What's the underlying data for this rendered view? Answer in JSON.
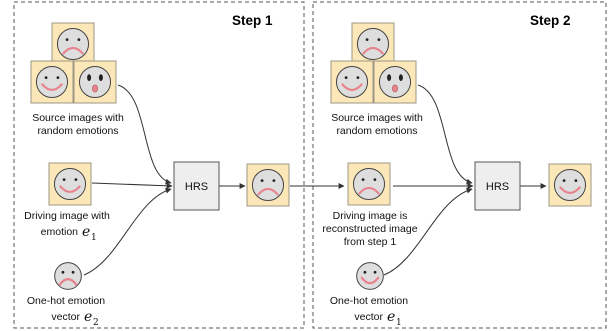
{
  "panels": [
    {
      "title": "Step 1",
      "source_label": [
        "Source images with",
        "random emotions"
      ],
      "driving_label": [
        "Driving image with",
        "emotion"
      ],
      "driving_var": "e",
      "driving_sub": "1",
      "onehot_label": [
        "One-hot emotion",
        "vector"
      ],
      "onehot_var": "e",
      "onehot_sub": "2",
      "hrs_label": "HRS"
    },
    {
      "title": "Step 2",
      "source_label": [
        "Source images with",
        "random emotions"
      ],
      "driving_label": [
        "Driving image is",
        "reconstructed image",
        "from step 1"
      ],
      "onehot_label": [
        "One-hot emotion",
        "vector"
      ],
      "onehot_var": "e",
      "onehot_sub": "1",
      "hrs_label": "HRS"
    }
  ],
  "colors": {
    "face_bg": "#fbe7b8",
    "face_border": "#9e9784",
    "face_fill": "#dedede",
    "mouth": "#e8838d",
    "hrs_fill": "#eeeeee",
    "line": "#333333"
  }
}
